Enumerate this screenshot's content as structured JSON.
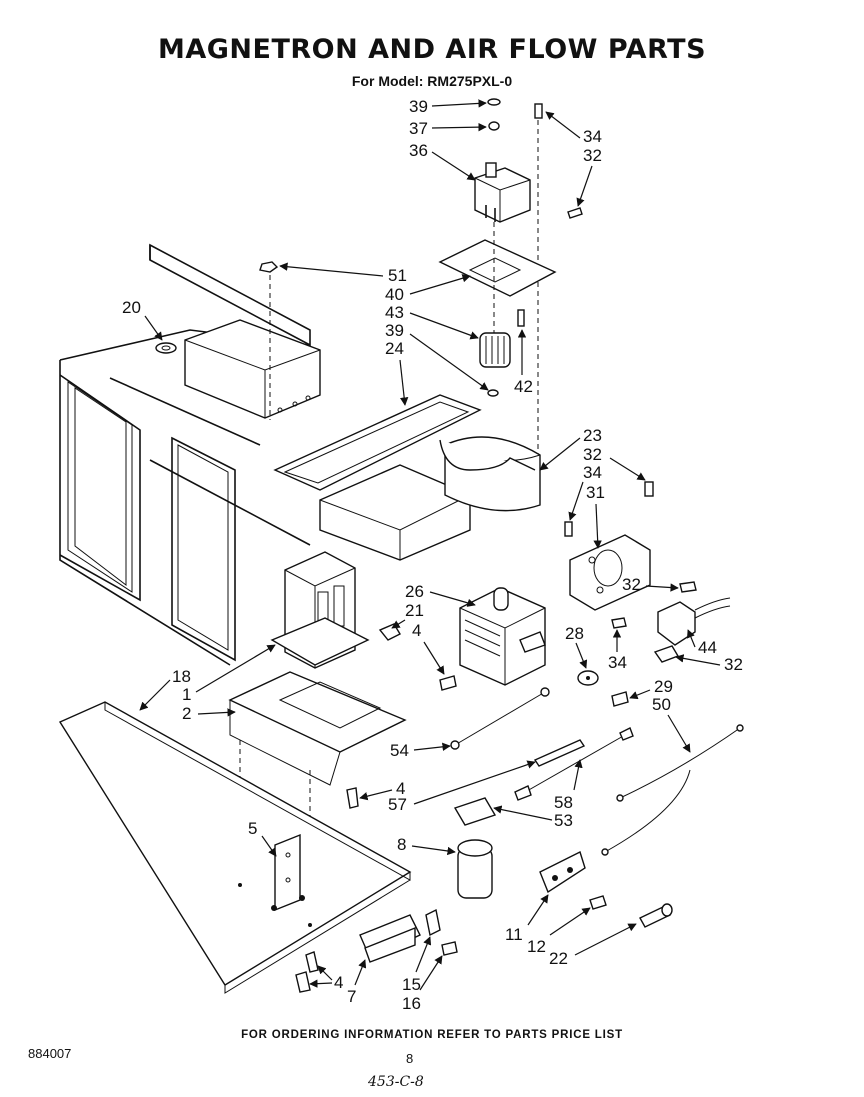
{
  "title": "MAGNETRON AND AIR FLOW PARTS",
  "subtitle": "For Model: RM275PXL-0",
  "footer_note": "FOR ORDERING INFORMATION REFER TO PARTS PRICE LIST",
  "publication_number": "884007",
  "page_number": "8",
  "handwritten_note": "453-C-8",
  "callouts": [
    "39",
    "37",
    "36",
    "34",
    "32",
    "51",
    "40",
    "43",
    "39",
    "24",
    "42",
    "20",
    "23",
    "32",
    "34",
    "31",
    "32",
    "26",
    "21",
    "4",
    "28",
    "34",
    "44",
    "32",
    "18",
    "1",
    "2",
    "29",
    "50",
    "54",
    "4",
    "57",
    "58",
    "53",
    "5",
    "8",
    "11",
    "12",
    "22",
    "4",
    "7",
    "15",
    "16"
  ]
}
